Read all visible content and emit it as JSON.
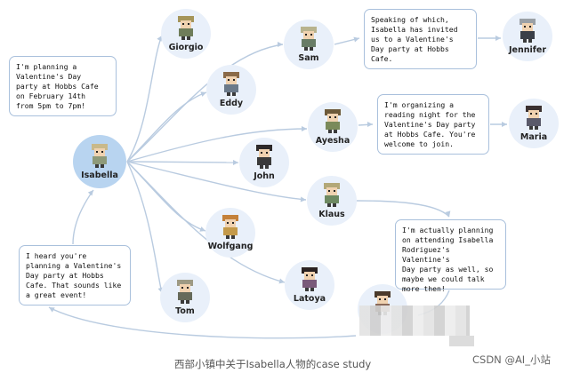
{
  "nodes": [
    {
      "id": "isabella",
      "name": "Isabella",
      "main": true
    },
    {
      "id": "giorgio",
      "name": "Giorgio"
    },
    {
      "id": "sam",
      "name": "Sam"
    },
    {
      "id": "jennifer",
      "name": "Jennifer"
    },
    {
      "id": "eddy",
      "name": "Eddy"
    },
    {
      "id": "ayesha",
      "name": "Ayesha"
    },
    {
      "id": "maria",
      "name": "Maria"
    },
    {
      "id": "john",
      "name": "John"
    },
    {
      "id": "klaus",
      "name": "Klaus"
    },
    {
      "id": "wolfgang",
      "name": "Wolfgang"
    },
    {
      "id": "latoya",
      "name": "Latoya"
    },
    {
      "id": "tom",
      "name": "Tom"
    },
    {
      "id": "unnamed",
      "name": ""
    }
  ],
  "bubbles": {
    "isabella": "I'm planning a\nValentine's Day\nparty at Hobbs Cafe\non February 14th\nfrom 5pm to 7pm!",
    "sam": "Speaking of which,\nIsabella has invited\nus to a Valentine's\nDay party at Hobbs\nCafe.",
    "ayesha": "I'm organizing a\nreading night for the\nValentine's Day party\nat Hobbs Cafe. You're\nwelcome to join.",
    "klaus": "I'm actually planning\non attending Isabella\nRodriguez's Valentine's\nDay party as well, so\nmaybe we could talk\nmore then!",
    "tom": "I heard you're\nplanning a Valentine's\nDay party at Hobbs\nCafe. That sounds like\na great event!"
  },
  "avatar_colors": {
    "isabella": {
      "hair": "#c9b98a",
      "shirt": "#8e9a7a"
    },
    "giorgio": {
      "hair": "#a5955a",
      "shirt": "#6f7d5a"
    },
    "sam": {
      "hair": "#b8b38e",
      "shirt": "#687c66"
    },
    "jennifer": {
      "hair": "#9aa0a6",
      "shirt": "#3a3f48"
    },
    "eddy": {
      "hair": "#8a6a48",
      "shirt": "#6b7a8a"
    },
    "ayesha": {
      "hair": "#6d5a3a",
      "shirt": "#7a8a5a"
    },
    "maria": {
      "hair": "#3a3030",
      "shirt": "#5a5a6a"
    },
    "john": {
      "hair": "#2e2a2a",
      "shirt": "#3a3a3a"
    },
    "klaus": {
      "hair": "#b3a878",
      "shirt": "#6e8a62"
    },
    "wolfgang": {
      "hair": "#c4813a",
      "shirt": "#c49a4a"
    },
    "latoya": {
      "hair": "#2a2222",
      "shirt": "#7a5a7a"
    },
    "tom": {
      "hair": "#9e9a84",
      "shirt": "#666a5a"
    },
    "unnamed": {
      "hair": "#4a3a2a",
      "shirt": "#8a6a5a"
    }
  },
  "caption": "西部小镇中关于Isabella人物的case study",
  "watermark": "CSDN @AI_小站"
}
